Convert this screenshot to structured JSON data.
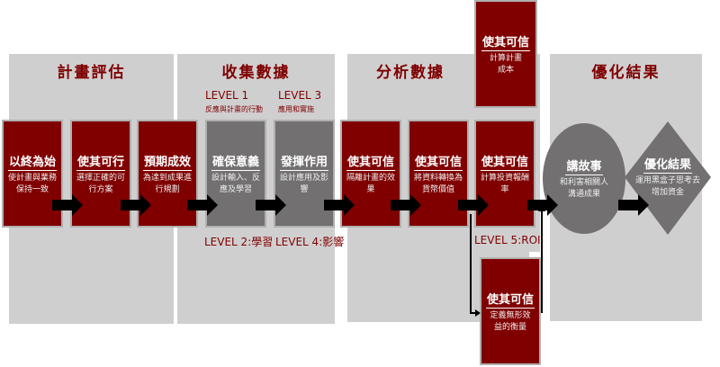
{
  "panels": [
    {
      "title": "計畫評估"
    },
    {
      "title": "收集數據"
    },
    {
      "title": "分析數據"
    },
    {
      "title": "優化結果"
    }
  ],
  "boxes": [
    {
      "title": "以終為始",
      "sub": "使計畫與業務保持一致",
      "color": "#800000"
    },
    {
      "title": "使其可行",
      "sub": "選擇正確的可行方案",
      "color": "#800000"
    },
    {
      "title": "預期成效",
      "sub": "為達到成果進行規劃",
      "color": "#800000"
    },
    {
      "title": "確保意義",
      "sub": "設計輸入、反應及學習",
      "color": "#727070"
    },
    {
      "title": "發揮作用",
      "sub": "設計應用及影響",
      "color": "#727070"
    },
    {
      "title": "使其可信",
      "sub": "隔離計畫的效果",
      "color": "#800000"
    },
    {
      "title": "使其可信",
      "sub": "將資料轉換為貨幣價值",
      "color": "#800000"
    },
    {
      "title": "使其可信",
      "sub": "計算投資報酬率",
      "color": "#800000"
    }
  ],
  "top_box": {
    "title": "使其可信",
    "sub": "計算計畫成本"
  },
  "bottom_box": {
    "title": "使其可信",
    "sub": "定義無形效益的衡量"
  },
  "ellipse": {
    "title": "講故事",
    "sub": "和利害相關人溝通成果"
  },
  "diamond": {
    "title": "優化結果",
    "sub": "運用黑盒子思考去增加資金"
  },
  "levels": {
    "l1": "LEVEL 1",
    "l1_sub": "反應與計畫的行動",
    "l3": "LEVEL 3",
    "l3_sub": "應用和實施",
    "l2": "LEVEL 2:學習",
    "l4": "LEVEL 4:影響",
    "l5": "LEVEL 5:ROI"
  }
}
